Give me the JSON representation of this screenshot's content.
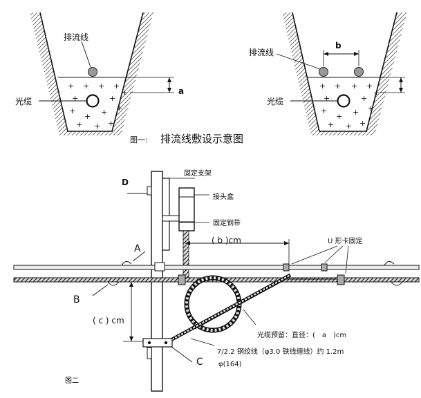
{
  "figure1": {
    "left_panel": {
      "drain_wire": "排流线",
      "cable": "光缆",
      "dim_a": "a"
    },
    "right_panel": {
      "drain_wire": "排流线",
      "cable": "光缆",
      "dim_b": "b"
    },
    "caption_prefix": "图一:",
    "caption": "排流线敷设示意图"
  },
  "figure2": {
    "label_D": "D",
    "label_A": "A",
    "label_B": "B",
    "label_C": "C",
    "fixed_bracket": "固定支架",
    "splice_box": "接头盒",
    "fixed_steel_strap": "固定钢带",
    "u_clamp": "U 形卡固定",
    "dim_b": "( b )cm",
    "dim_c": "( c ) cm",
    "cable_reserve": "光缆预留：直径：(　a　)cm",
    "steel_strand": "7/2.2 钢绞线（φ3.0 铁线缠线）约 1.2m",
    "pole_diameter": "φ(164)",
    "caption": "图二"
  }
}
